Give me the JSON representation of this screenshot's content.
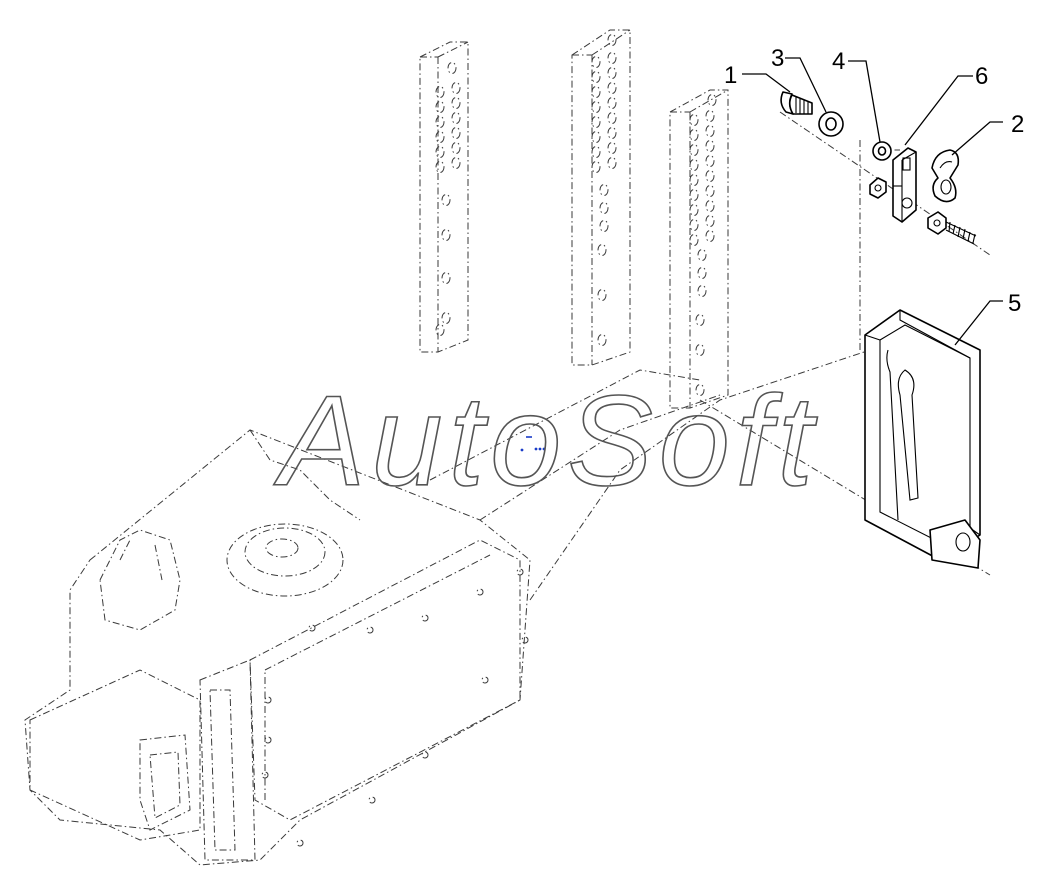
{
  "diagram": {
    "watermark": "AutoSoft",
    "callouts": [
      {
        "id": "1",
        "label": "1"
      },
      {
        "id": "2",
        "label": "2"
      },
      {
        "id": "3",
        "label": "3"
      },
      {
        "id": "4",
        "label": "4"
      },
      {
        "id": "5",
        "label": "5"
      },
      {
        "id": "6",
        "label": "6"
      }
    ],
    "colors": {
      "line": "#000000",
      "ghost": "#3a3a3a",
      "watermark": "#555555",
      "marker": "#1a3cc8"
    }
  }
}
